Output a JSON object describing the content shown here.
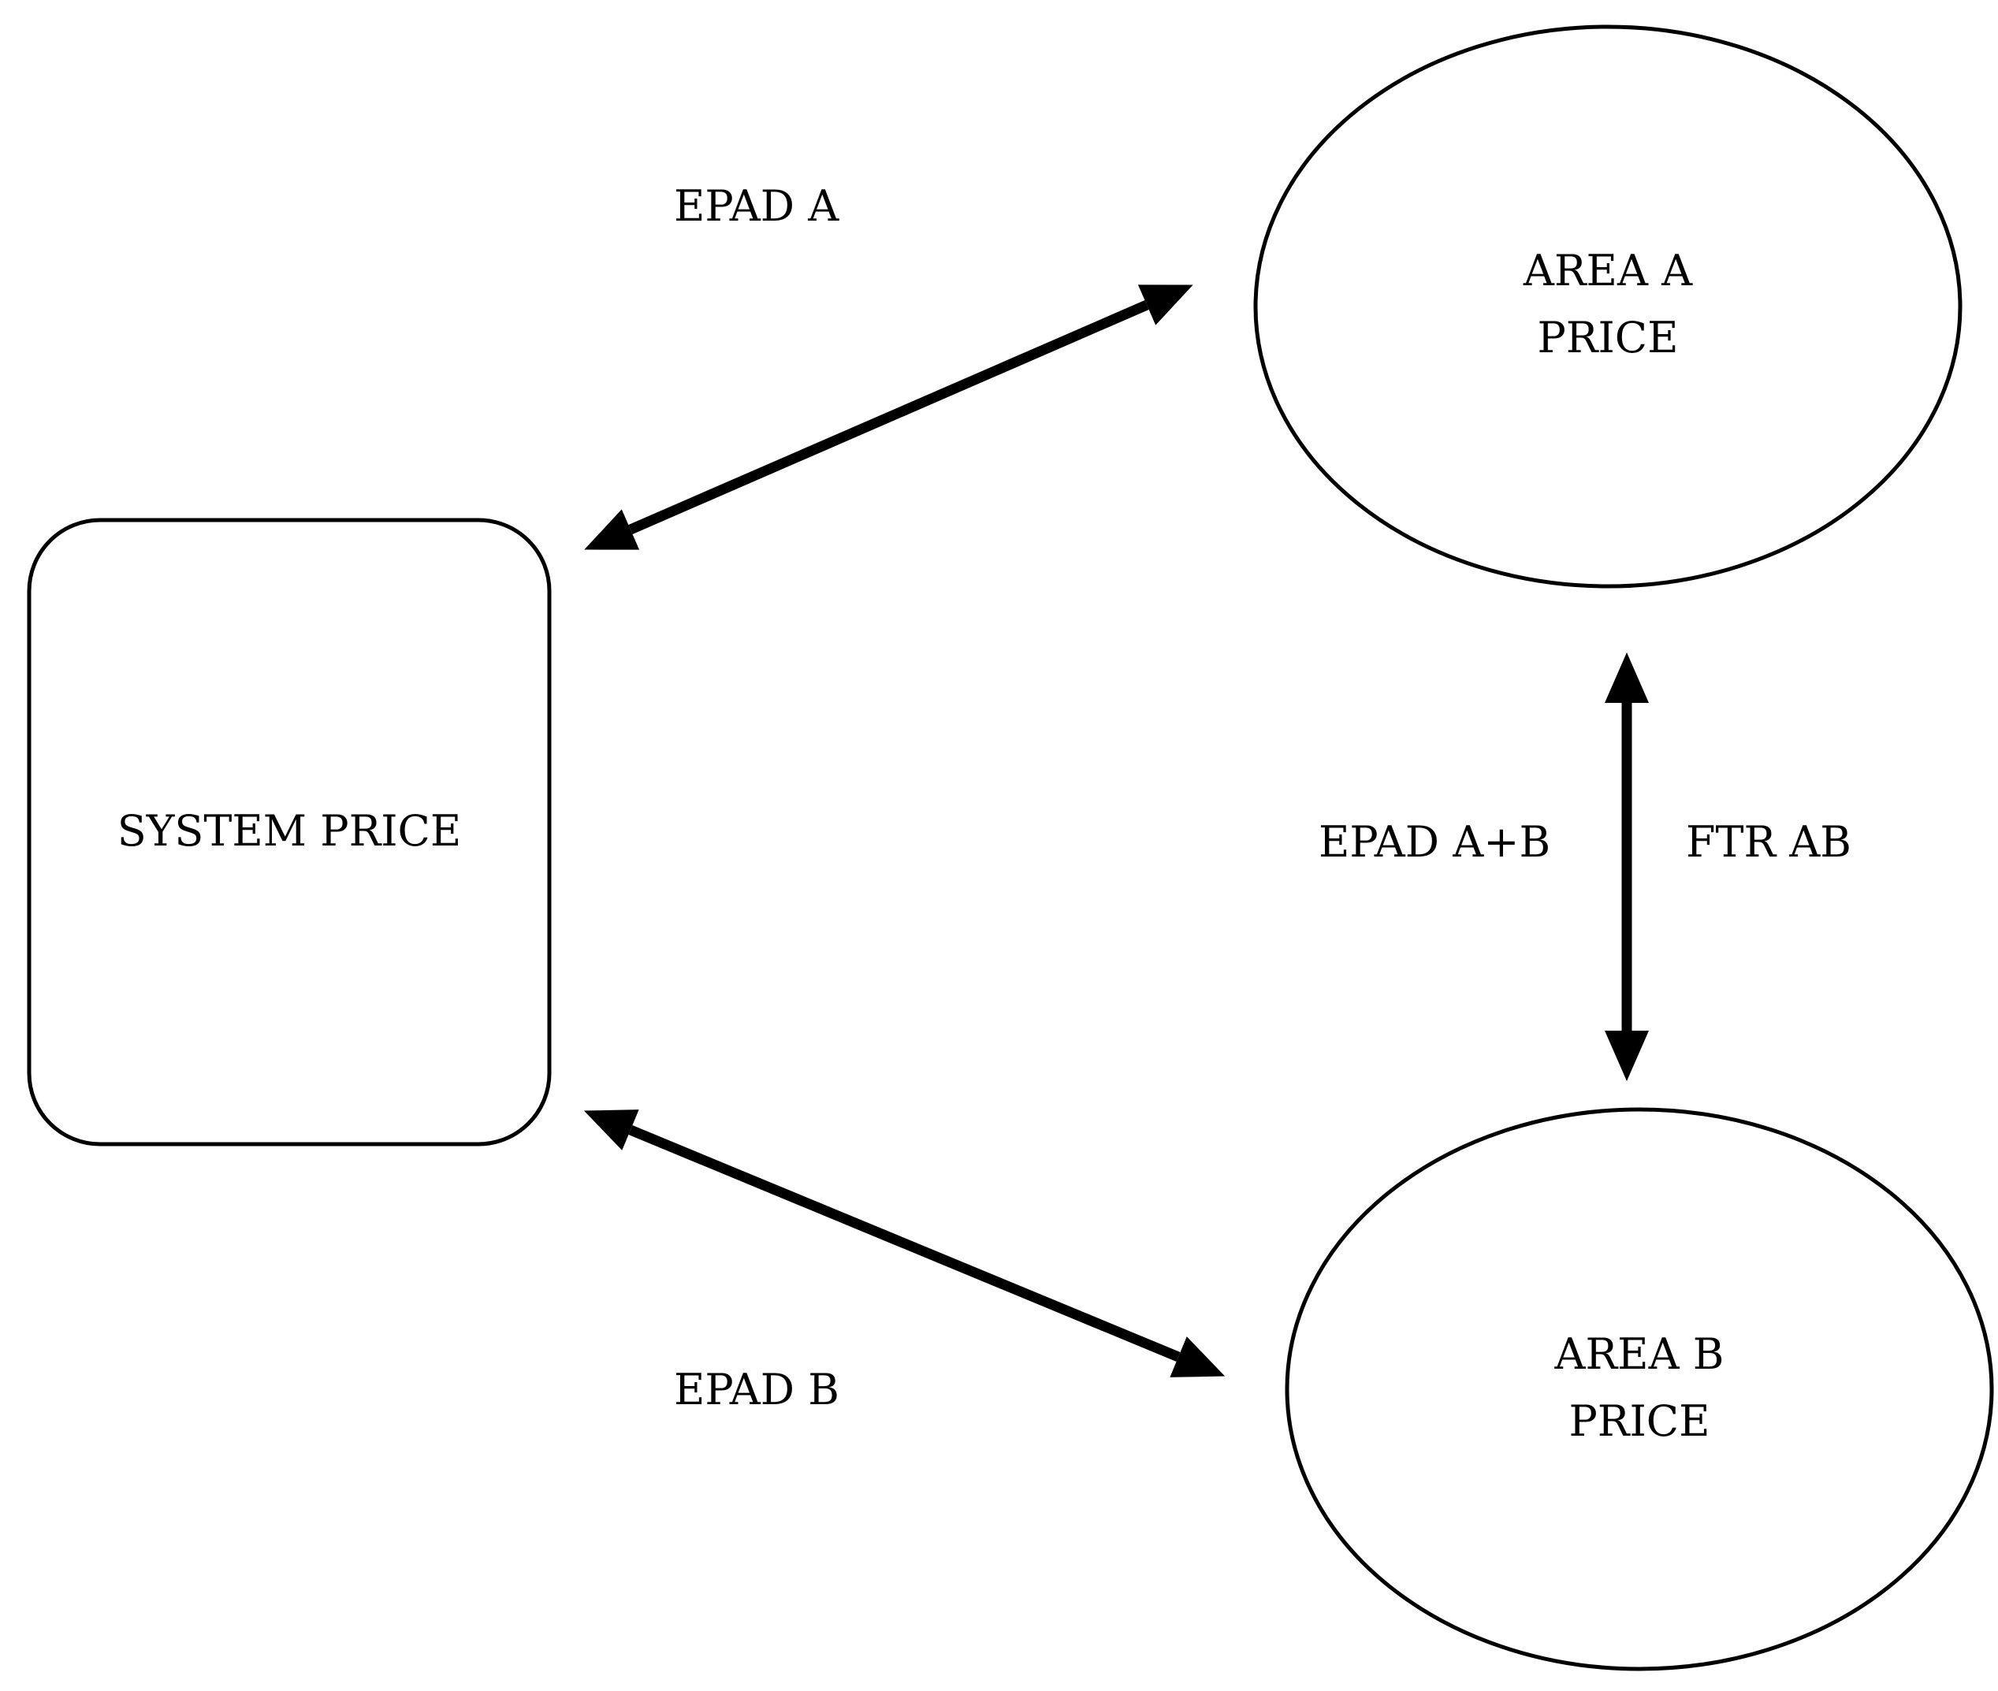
{
  "nodes": {
    "system": {
      "label": "SYSTEM PRICE"
    },
    "area_a": {
      "line1": "AREA A",
      "line2": "PRICE"
    },
    "area_b": {
      "line1": "AREA B",
      "line2": "PRICE"
    }
  },
  "edges": {
    "epad_a": {
      "label": "EPAD A"
    },
    "epad_b": {
      "label": "EPAD B"
    },
    "epad_ab": {
      "label": "EPAD A+B"
    },
    "ftr_ab": {
      "label": "FTR AB"
    }
  },
  "colors": {
    "stroke": "#000000",
    "background": "#ffffff"
  }
}
